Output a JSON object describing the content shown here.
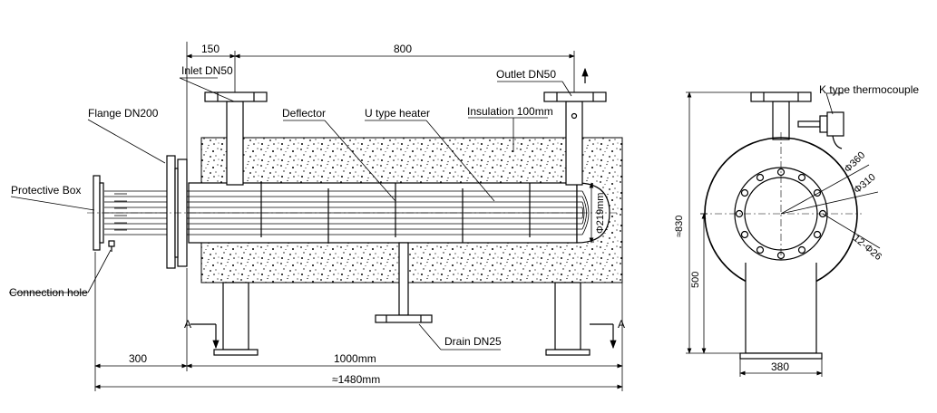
{
  "labels": {
    "inlet": "Inlet DN50",
    "outlet": "Outlet DN50",
    "flange": "Flange DN200",
    "protective_box": "Protective Box",
    "connection_hole": "Connection hole",
    "deflector": "Deflector",
    "u_heater": "U type heater",
    "insulation": "Insulation 100mm",
    "drain": "Drain DN25",
    "thermocouple": "K type thermocouple",
    "section_a_left": "A",
    "section_a_right": "A"
  },
  "dimensions": {
    "d150": "150",
    "d800": "800",
    "d300": "300",
    "d1000": "1000mm",
    "d1480": "≈1480mm",
    "d219": "Φ219mm",
    "d830": "≈830",
    "d500": "500",
    "d380": "380",
    "d360": "Φ360",
    "d310": "Φ310",
    "d26": "12-Φ26"
  }
}
